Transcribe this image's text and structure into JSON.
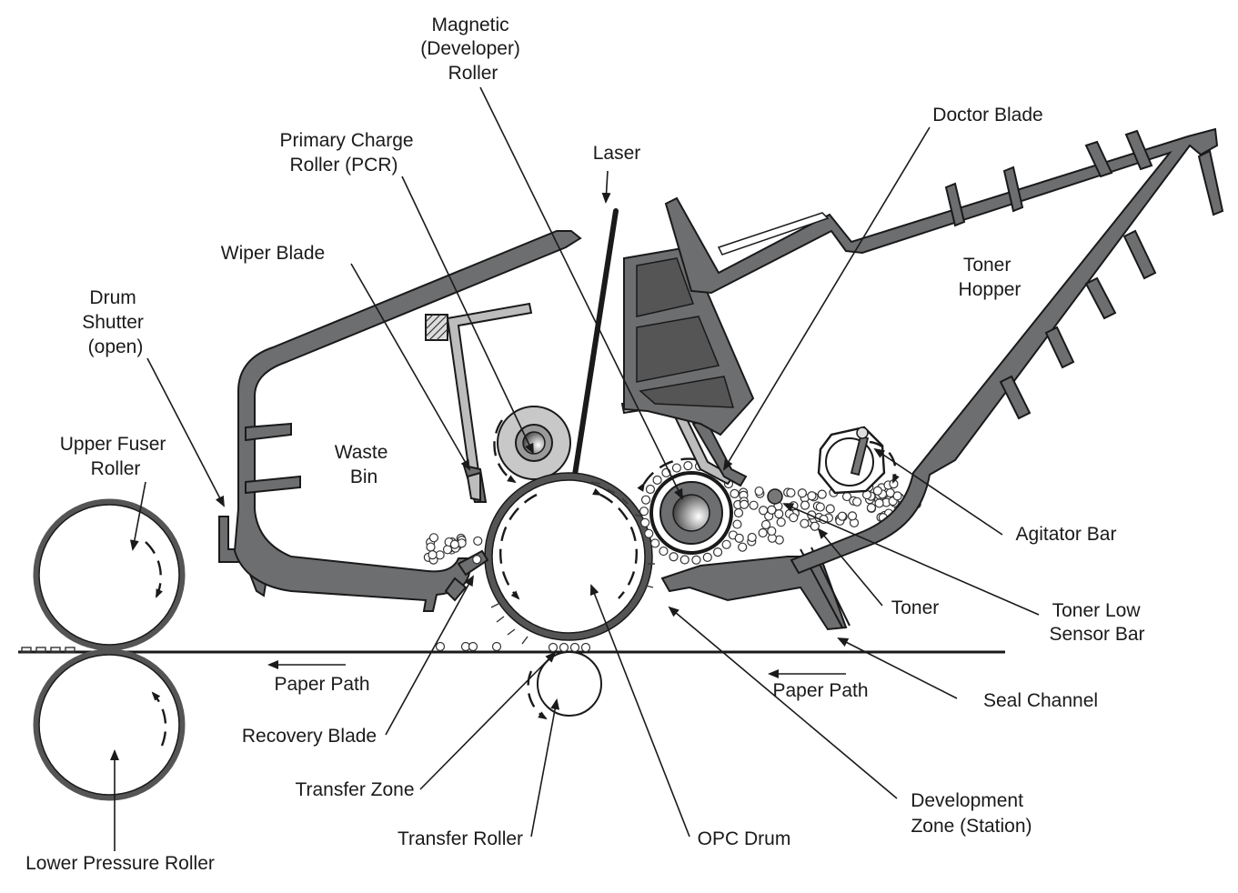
{
  "diagram": {
    "labels": {
      "magnetic_roller": [
        "Magnetic",
        "(Developer)",
        "Roller"
      ],
      "doctor_blade": "Doctor Blade",
      "primary_charge_roller": [
        "Primary Charge",
        "Roller (PCR)"
      ],
      "laser": "Laser",
      "wiper_blade": "Wiper Blade",
      "toner_hopper": [
        "Toner",
        "Hopper"
      ],
      "drum_shutter": [
        "Drum",
        "Shutter",
        "(open)"
      ],
      "waste_bin": [
        "Waste",
        "Bin"
      ],
      "upper_fuser_roller": [
        "Upper Fuser",
        "Roller"
      ],
      "agitator_bar": "Agitator Bar",
      "toner": "Toner",
      "toner_low_sensor_bar": [
        "Toner Low",
        "Sensor Bar"
      ],
      "paper_path_left": "Paper Path",
      "paper_path_right": "Paper Path",
      "seal_channel": "Seal Channel",
      "recovery_blade": "Recovery Blade",
      "transfer_zone": "Transfer Zone",
      "development_zone": [
        "Development",
        "Zone (Station)"
      ],
      "transfer_roller": "Transfer Roller",
      "opc_drum": "OPC Drum",
      "lower_pressure_roller": "Lower Pressure Roller"
    },
    "colors": {
      "part_fill": "#6d6e70",
      "light_fill": "#bdbdbd",
      "ink": "#1a1a1a",
      "background": "#ffffff"
    }
  }
}
